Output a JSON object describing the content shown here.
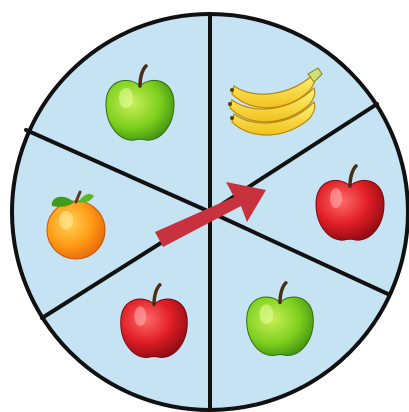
{
  "spinner": {
    "wheel_fill": "#c6e3f3",
    "wheel_stroke": "#111111",
    "arrow_color": "#c8323e",
    "sectors": [
      {
        "fruit": "green-apple"
      },
      {
        "fruit": "bananas"
      },
      {
        "fruit": "red-apple"
      },
      {
        "fruit": "green-apple"
      },
      {
        "fruit": "red-apple"
      },
      {
        "fruit": "orange"
      }
    ],
    "arrow_points_to_sector": 2
  }
}
